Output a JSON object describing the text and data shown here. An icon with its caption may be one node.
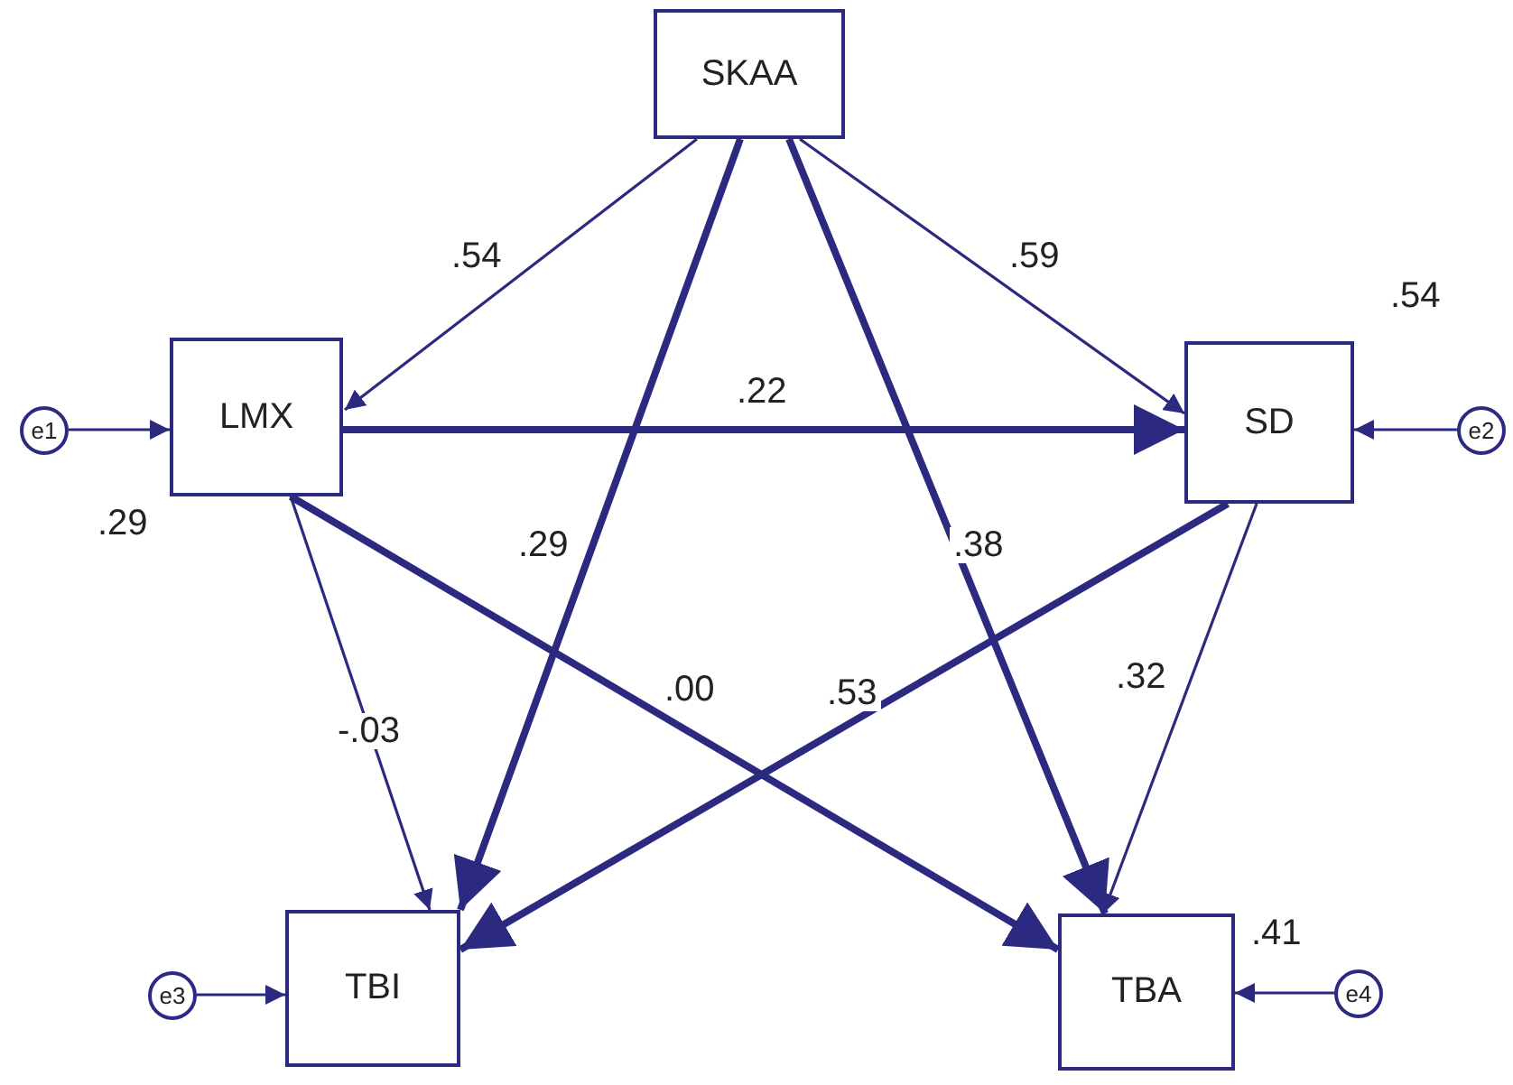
{
  "diagram": {
    "nodes": [
      {
        "text": [
          "SKAA"
        ]
      },
      {
        "text": [
          "LMX"
        ],
        "beside": [
          ".29"
        ]
      },
      {
        "text": [
          "SD"
        ],
        "beside": [
          ".54"
        ]
      },
      {
        "text": [
          "TBI"
        ]
      },
      {
        "text": [
          "TBA"
        ],
        "beside": [
          ".41"
        ]
      },
      {
        "text": [
          "e1"
        ]
      },
      {
        "text": [
          "e2"
        ]
      },
      {
        "text": [
          "e3"
        ]
      },
      {
        "text": [
          "e4"
        ]
      }
    ],
    "edges": [
      {
        "from": 0,
        "to": 1,
        "arrow": "to",
        "label": ".54"
      },
      {
        "from": 0,
        "to": 2,
        "arrow": "to",
        "label": ".59"
      },
      {
        "from": 0,
        "to": 3,
        "arrow": "to",
        "label": ".29",
        "style": "thick"
      },
      {
        "from": 0,
        "to": 4,
        "arrow": "to",
        "label": ".38",
        "style": "thick"
      },
      {
        "from": 1,
        "to": 2,
        "arrow": "to",
        "label": ".22",
        "style": "thick"
      },
      {
        "from": 1,
        "to": 3,
        "arrow": "to",
        "label": "-.03"
      },
      {
        "from": 1,
        "to": 4,
        "arrow": "to",
        "label": ".00",
        "style": "thick"
      },
      {
        "from": 2,
        "to": 3,
        "arrow": "to",
        "label": ".53",
        "style": "thick"
      },
      {
        "from": 2,
        "to": 4,
        "arrow": "to",
        "label": ".32"
      },
      {
        "from": 5,
        "to": 1,
        "arrow": "to"
      },
      {
        "from": 6,
        "to": 2,
        "arrow": "to"
      },
      {
        "from": 7,
        "to": 3,
        "arrow": "to"
      },
      {
        "from": 8,
        "to": 4,
        "arrow": "to"
      }
    ]
  }
}
